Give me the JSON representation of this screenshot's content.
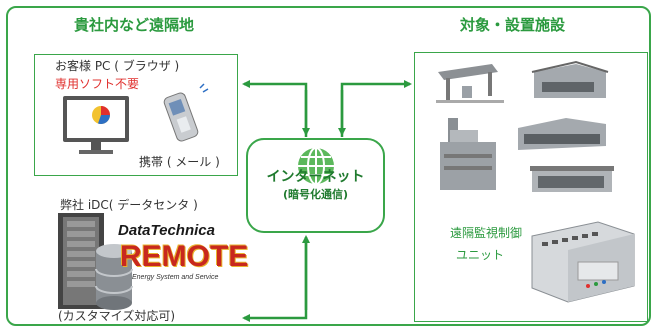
{
  "left_heading": "貴社内など遠隔地",
  "right_heading": "対象・設置施設",
  "client_box": {
    "title": "お客様 PC ( ブラウザ )",
    "subtitle": "専用ソフト不要",
    "mobile_label": "携帯 ( メール )"
  },
  "server": {
    "title": "弊社 iDC( データセンタ )",
    "logo_top": "DataTechnica",
    "logo_main": "REMOTE",
    "logo_sub": "Energy System and Service",
    "caption": "(カスタマイズ対応可)"
  },
  "internet": {
    "label": "インターネット",
    "sublabel": "(暗号化通信)"
  },
  "facility": {
    "unit_label_line1": "遠隔監視制御",
    "unit_label_line2": "ユニット"
  },
  "colors": {
    "accent_green": "#3aa64a",
    "text_red": "#e0302e",
    "logo_red": "#c8281e",
    "logo_gold": "#e9b32e"
  }
}
